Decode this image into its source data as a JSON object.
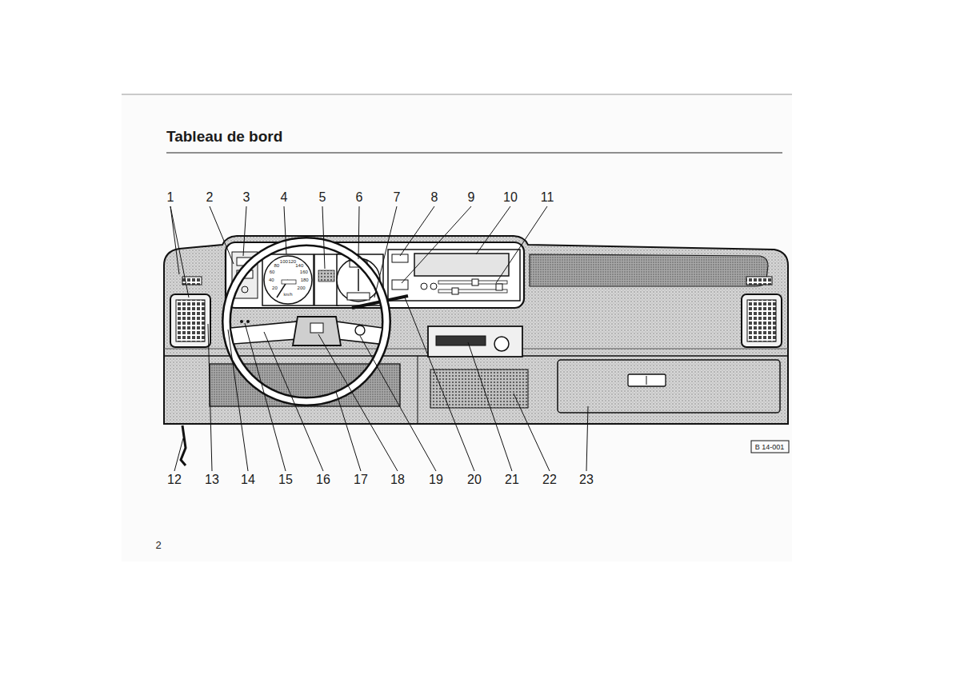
{
  "diagram": {
    "title": "Tableau de bord",
    "labels": [
      "1",
      "2",
      "3",
      "4",
      "5",
      "6",
      "7",
      "8",
      "9",
      "10",
      "11",
      "12",
      "13",
      "14",
      "15",
      "16",
      "17",
      "18",
      "19",
      "20",
      "21",
      "22",
      "23",
      "20",
      "40",
      "60",
      "80",
      "100",
      "120",
      "140",
      "160",
      "180",
      "200",
      "km/h",
      "B 14-001",
      "2"
    ]
  }
}
